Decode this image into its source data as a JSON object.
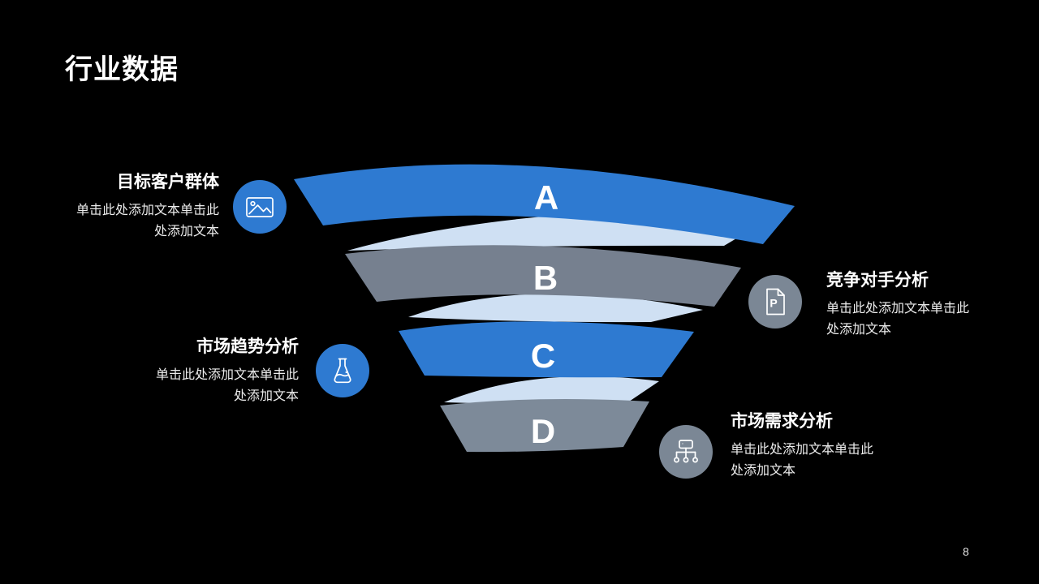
{
  "slide": {
    "title": "行业数据",
    "page_number": "8"
  },
  "colors": {
    "background": "#000000",
    "band_blue": "#2e7ad1",
    "band_gray": "#76808f",
    "band_gray_light": "#7d8a99",
    "connector_light_blue": "#cfe0f3",
    "icon_circle_blue": "#2e7ad1",
    "icon_circle_gray": "#7b8795",
    "text_white": "#ffffff"
  },
  "funnel": {
    "levels": [
      {
        "label": "A",
        "color": "#2e7ad1"
      },
      {
        "label": "B",
        "color": "#76808f"
      },
      {
        "label": "C",
        "color": "#2e7ad1"
      },
      {
        "label": "D",
        "color": "#7d8a99"
      }
    ]
  },
  "items": [
    {
      "title": "目标客户群体",
      "body_line1": "单击此处添加文本单击此",
      "body_line2": "处添加文本",
      "icon": "image-icon"
    },
    {
      "title": "竞争对手分析",
      "body_line1": "单击此处添加文本单击此",
      "body_line2": "处添加文本",
      "icon": "document-p-icon"
    },
    {
      "title": "市场趋势分析",
      "body_line1": "单击此处添加文本单击此",
      "body_line2": "处添加文本",
      "icon": "flask-icon"
    },
    {
      "title": "市场需求分析",
      "body_line1": "单击此处添加文本单击此",
      "body_line2": "处添加文本",
      "icon": "sitemap-icon"
    }
  ]
}
